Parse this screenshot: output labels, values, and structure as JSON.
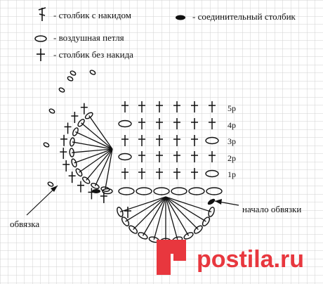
{
  "legend": {
    "dc_label": "- столбик с накидом",
    "slip_label": "- соединительный столбик",
    "chain_label": "- воздушная петля",
    "sc_label": "- столбик без накида"
  },
  "rows": [
    "5р",
    "4р",
    "3р",
    "2р",
    "1р"
  ],
  "annotations": {
    "edging": "обвязка",
    "edging_start": "начало обвязки"
  },
  "watermark": {
    "text": "postila.ru",
    "color": "#e8373e"
  },
  "symbols": {
    "dc": "dc-symbol-icon",
    "slip": "slip-stitch-icon",
    "chain": "chain-loop-icon",
    "sc": "single-crochet-icon"
  },
  "colors": {
    "grid": "#d2d2d2",
    "ink": "#111111"
  }
}
